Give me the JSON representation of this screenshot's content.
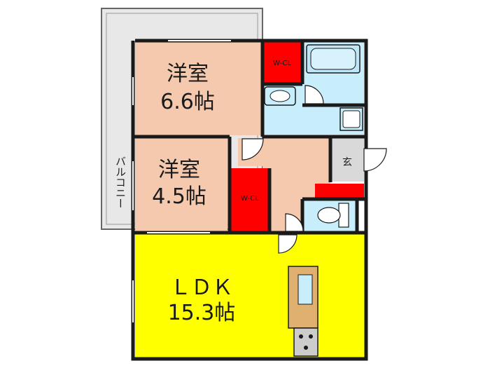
{
  "floorplan": {
    "rooms": {
      "western1": {
        "name": "洋室",
        "size": "6.6帖",
        "color": "#f4c9ad"
      },
      "western2": {
        "name": "洋室",
        "size": "4.5帖",
        "color": "#f4c9ad"
      },
      "ldk": {
        "name": "ＬＤＫ",
        "size": "15.3帖",
        "color": "#ffff00"
      },
      "hall": {
        "color": "#f4c9ad"
      },
      "bath": {
        "color": "#c8eefc"
      },
      "washroom": {
        "color": "#c8eefc"
      },
      "toilet": {
        "color": "#c8eefc"
      },
      "entrance": {
        "name": "玄",
        "color": "#d9d9d9"
      },
      "balcony": {
        "name": "バルコニー",
        "color": "#e8e8e8"
      }
    },
    "closets": {
      "wcl1": {
        "label": "W-CL",
        "color": "#ff0000"
      },
      "wcl2": {
        "label": "W-CL",
        "color": "#ff0000"
      },
      "shoe_closet": {
        "color": "#ff0000"
      }
    },
    "colors": {
      "wall": "#1a1a1a",
      "kitchen_counter": "#e0b070",
      "stove": "#cccccc"
    }
  }
}
